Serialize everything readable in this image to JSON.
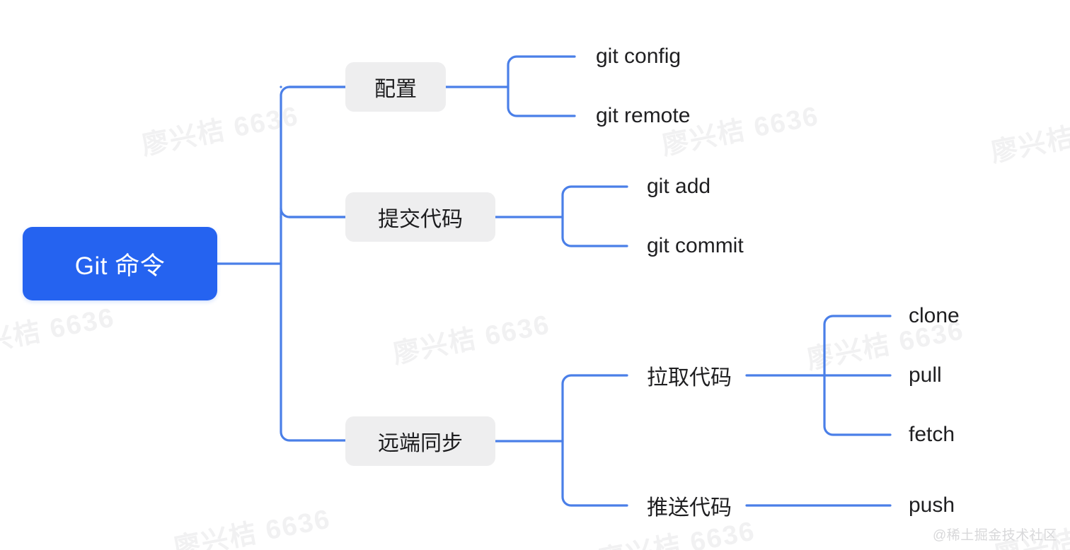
{
  "diagram": {
    "type": "mindmap",
    "title": "Git 命令",
    "colors": {
      "root_fill": "#2563f0",
      "root_text": "#ffffff",
      "branch_fill": "#eeeeef",
      "branch_text": "#1c1c1e",
      "connector": "#4a7fe8",
      "background": "#ffffff",
      "watermark": "#f1f1f2"
    },
    "root": {
      "label": "Git 命令"
    },
    "branches": [
      {
        "label": "配置",
        "children": [
          {
            "label": "git config"
          },
          {
            "label": "git remote"
          }
        ]
      },
      {
        "label": "提交代码",
        "children": [
          {
            "label": "git add"
          },
          {
            "label": "git commit"
          }
        ]
      },
      {
        "label": "远端同步",
        "children": [
          {
            "label": "拉取代码",
            "children": [
              {
                "label": "clone"
              },
              {
                "label": "pull"
              },
              {
                "label": "fetch"
              }
            ]
          },
          {
            "label": "推送代码",
            "children": [
              {
                "label": "push"
              }
            ]
          }
        ]
      }
    ]
  },
  "watermarks": {
    "tiled_text": "廖兴桔 6636",
    "credit": "@稀土掘金技术社区"
  }
}
